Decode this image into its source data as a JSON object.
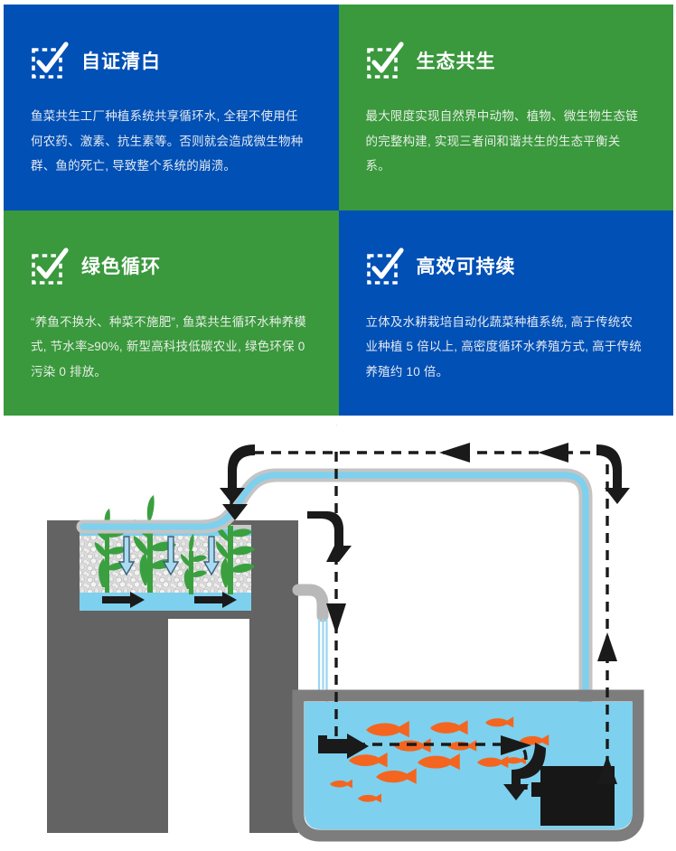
{
  "features": {
    "panels": [
      {
        "id": "self-certification",
        "icon": "checkbox-check-icon",
        "color": "#0050b5",
        "title": "自证清白",
        "body": "鱼菜共生工厂种植系统共享循环水, 全程不使用任何农药、激素、抗生素等。否则就会造成微生物种群、鱼的死亡, 导致整个系统的崩溃。"
      },
      {
        "id": "ecological-symbiosis",
        "icon": "checkbox-check-icon",
        "color": "#3a983d",
        "title": "生态共生",
        "body": "最大限度实现自然界中动物、植物、微生物生态链的完整构建, 实现三者间和谐共生的生态平衡关系。"
      },
      {
        "id": "green-circulation",
        "icon": "checkbox-check-icon",
        "color": "#3a983d",
        "title": "绿色循环",
        "body": "“养鱼不换水、种菜不施肥”, 鱼菜共生循环水种养模式, 节水率≥90%, 新型高科技低碳农业, 绿色环保 0 污染 0 排放。"
      },
      {
        "id": "efficient-sustainable",
        "icon": "checkbox-check-icon",
        "color": "#0050b5",
        "title": "高效可持续",
        "body": "立体及水耕栽培自动化蔬菜种植系统, 高于传统农业种植 5 倍以上, 高密度循环水养殖方式, 高于传统养殖约 10 倍。"
      }
    ]
  },
  "diagram": {
    "name": "aquaponics-recirculating-system-diagram",
    "colors": {
      "frame_gray": "#636363",
      "tank_wall_gray": "#7d7d7d",
      "pipe_gray": "#b9b9b9",
      "water_blue": "#7dd0ee",
      "gravel_gray": "#d9d9d9",
      "plant_green": "#3aa03f",
      "fish_orange": "#f4651f",
      "arrow_black": "#1a1a1a",
      "pump_black": "#171717"
    },
    "parts": [
      {
        "name": "grow-bed-stand",
        "label": "grow bed support stand"
      },
      {
        "name": "grow-bed",
        "label": "gravel grow bed"
      },
      {
        "name": "gravel-media",
        "label": "gravel media"
      },
      {
        "name": "grow-bed-water",
        "label": "grow bed water layer"
      },
      {
        "name": "plants",
        "label": "plants",
        "count": 4
      },
      {
        "name": "downward-root-arrows",
        "label": "nutrient uptake arrows",
        "count": 3
      },
      {
        "name": "bed-flow-arrows",
        "label": "grow bed horizontal flow arrows",
        "count": 2
      },
      {
        "name": "supply-pipe",
        "label": "water supply pipe to grow bed"
      },
      {
        "name": "drain-pipe",
        "label": "grow bed drain pipe"
      },
      {
        "name": "falling-water-stream",
        "label": "falling water stream"
      },
      {
        "name": "fish-tank",
        "label": "fish tank"
      },
      {
        "name": "tank-water",
        "label": "fish tank water"
      },
      {
        "name": "fish",
        "label": "fish",
        "count": 13
      },
      {
        "name": "water-pump",
        "label": "submersible water pump"
      },
      {
        "name": "flow-loop",
        "label": "dashed circulation flow loop"
      }
    ]
  }
}
